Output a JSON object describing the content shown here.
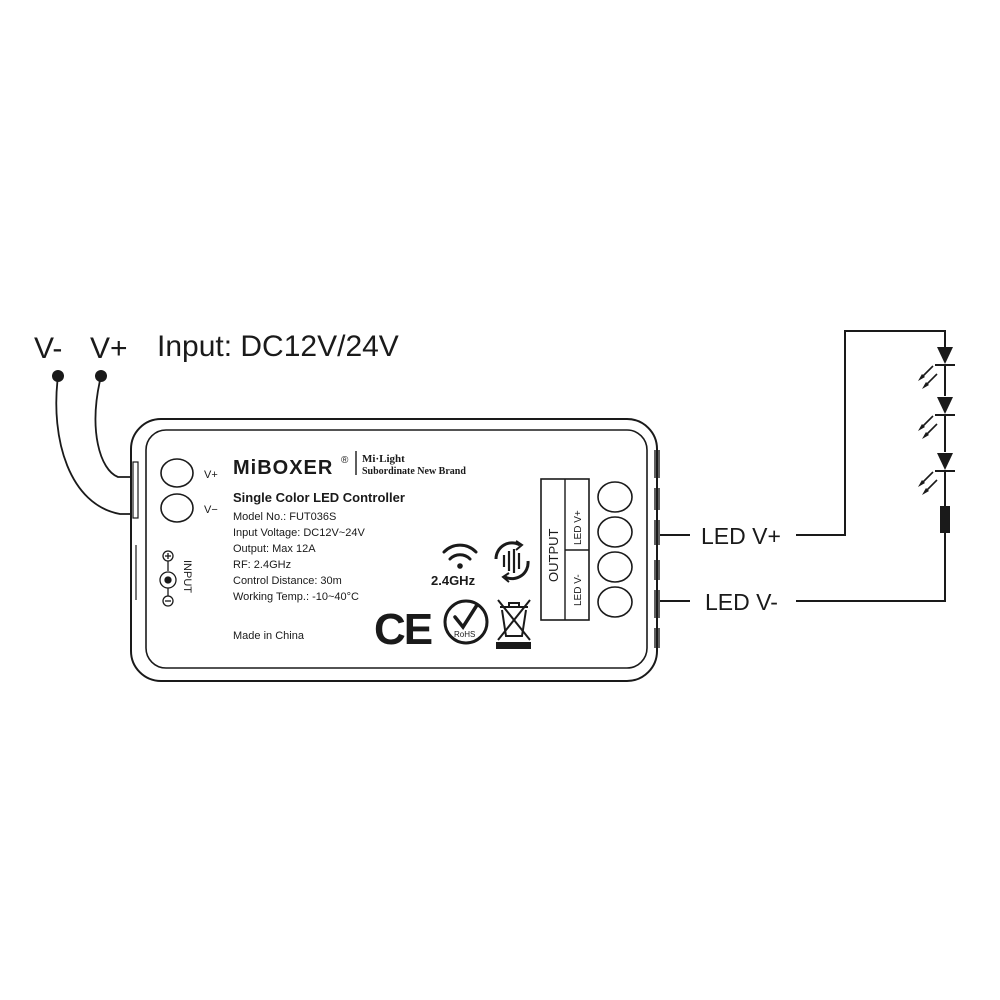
{
  "input": {
    "label_vminus": "V-",
    "label_vplus": "V+",
    "title": "Input: DC12V/24V"
  },
  "controller": {
    "brand": "MiBOXER",
    "registered": "®",
    "subbrand_line1": "Mi·Light",
    "subbrand_line2": "Subordinate New Brand",
    "product_name": "Single Color LED Controller",
    "specs": [
      "Model No.: FUT036S",
      "Input Voltage: DC12V~24V",
      "Output: Max 12A",
      "RF: 2.4GHz",
      "Control Distance: 30m",
      "Working Temp.: -10~40°C"
    ],
    "origin": "Made in China",
    "input_terminals": [
      "V+",
      "V−"
    ],
    "input_side_label": "INPUT",
    "output_box_label": "OUTPUT",
    "output_terminals": [
      "LED V+",
      "LED V-"
    ],
    "rf_label": "2.4GHz",
    "ce_mark": "CE",
    "rohs_label": "RoHS"
  },
  "output": {
    "label_vplus": "LED V+",
    "label_vminus": "LED V-"
  },
  "colors": {
    "line": "#1a1a1a",
    "background": "#ffffff"
  }
}
